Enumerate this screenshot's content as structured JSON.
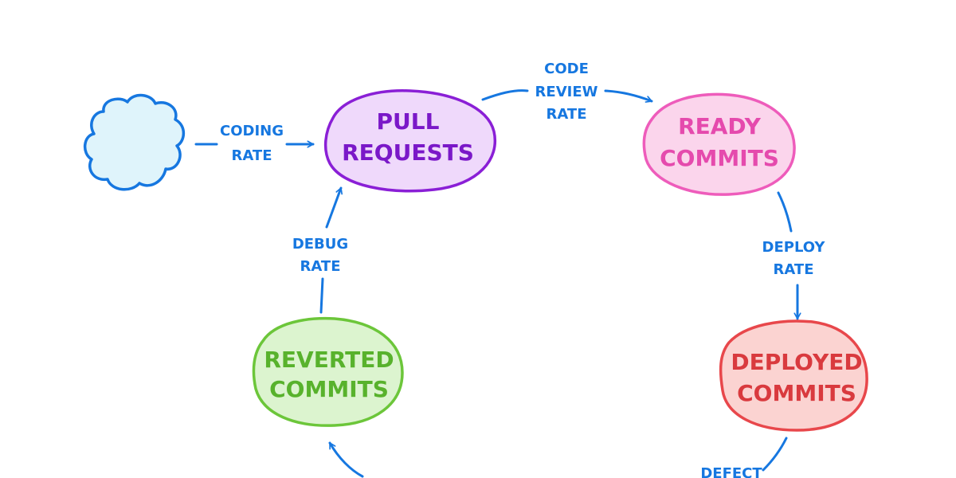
{
  "colors": {
    "flow": "#1677e0",
    "cloud_fill": "#dff4fb",
    "pull_fill": "#efd9fb",
    "pull_stroke": "#8a1fd6",
    "pull_text": "#7a18c8",
    "ready_fill": "#fbd5ec",
    "ready_stroke": "#ee5cbb",
    "ready_text": "#e54aad",
    "deployed_fill": "#fbd3d1",
    "deployed_stroke": "#e8474b",
    "deployed_text": "#d93a3e",
    "reverted_fill": "#dcf4cf",
    "reverted_stroke": "#6cc63a",
    "reverted_text": "#58b22c"
  },
  "nodes": {
    "pull_requests": {
      "line1": "PULL",
      "line2": "REQUESTS"
    },
    "ready_commits": {
      "line1": "READY",
      "line2": "COMMITS"
    },
    "deployed_commits": {
      "line1": "DEPLOYED",
      "line2": "COMMITS"
    },
    "reverted_commits": {
      "line1": "REVERTED",
      "line2": "COMMITS"
    }
  },
  "flows": {
    "coding_rate": {
      "line1": "CODING",
      "line2": "RATE"
    },
    "code_review_rate": {
      "line1": "CODE",
      "line2": "REVIEW",
      "line3": "RATE"
    },
    "deploy_rate": {
      "line1": "DEPLOY",
      "line2": "RATE"
    },
    "debug_rate": {
      "line1": "DEBUG",
      "line2": "RATE"
    },
    "defect_rate": {
      "line1": "DEFECT"
    }
  },
  "icons": {
    "source": "cloud-icon",
    "arrowhead": "arrowhead-icon"
  }
}
